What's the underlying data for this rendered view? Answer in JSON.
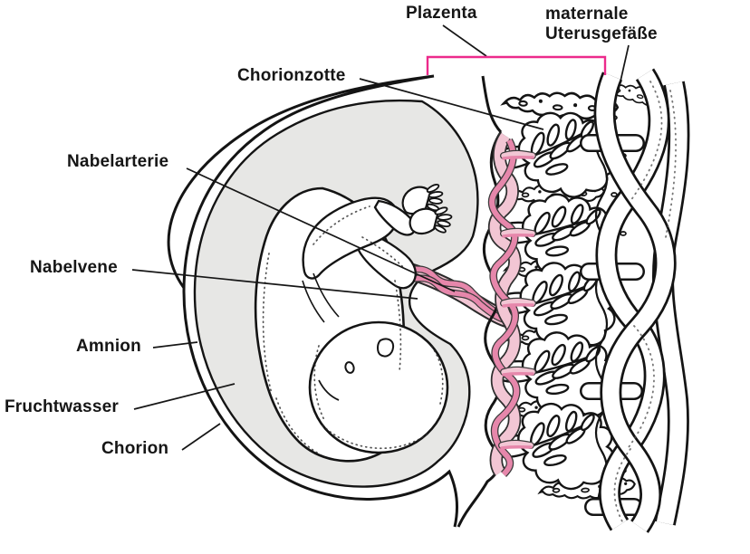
{
  "figure": {
    "labels": {
      "plazenta": "Plazenta",
      "maternale_uterusgefaesse": {
        "line1": "maternale",
        "line2": "Uterusgefäße"
      },
      "chorionzotte": "Chorionzotte",
      "nabelarterie": "Nabelarterie",
      "nabelvene": "Nabelvene",
      "amnion": "Amnion",
      "fruchtwasser": "Fruchtwasser",
      "chorion": "Chorion"
    },
    "colors": {
      "background": "#ffffff",
      "outline_black": "#141414",
      "amniotic_fluid_gray": "#e7e7e5",
      "umbilical_vein_pink": "#f2c6d4",
      "umbilical_artery_pink": "#e687ab",
      "bracket_magenta": "#ec2a8b"
    }
  }
}
